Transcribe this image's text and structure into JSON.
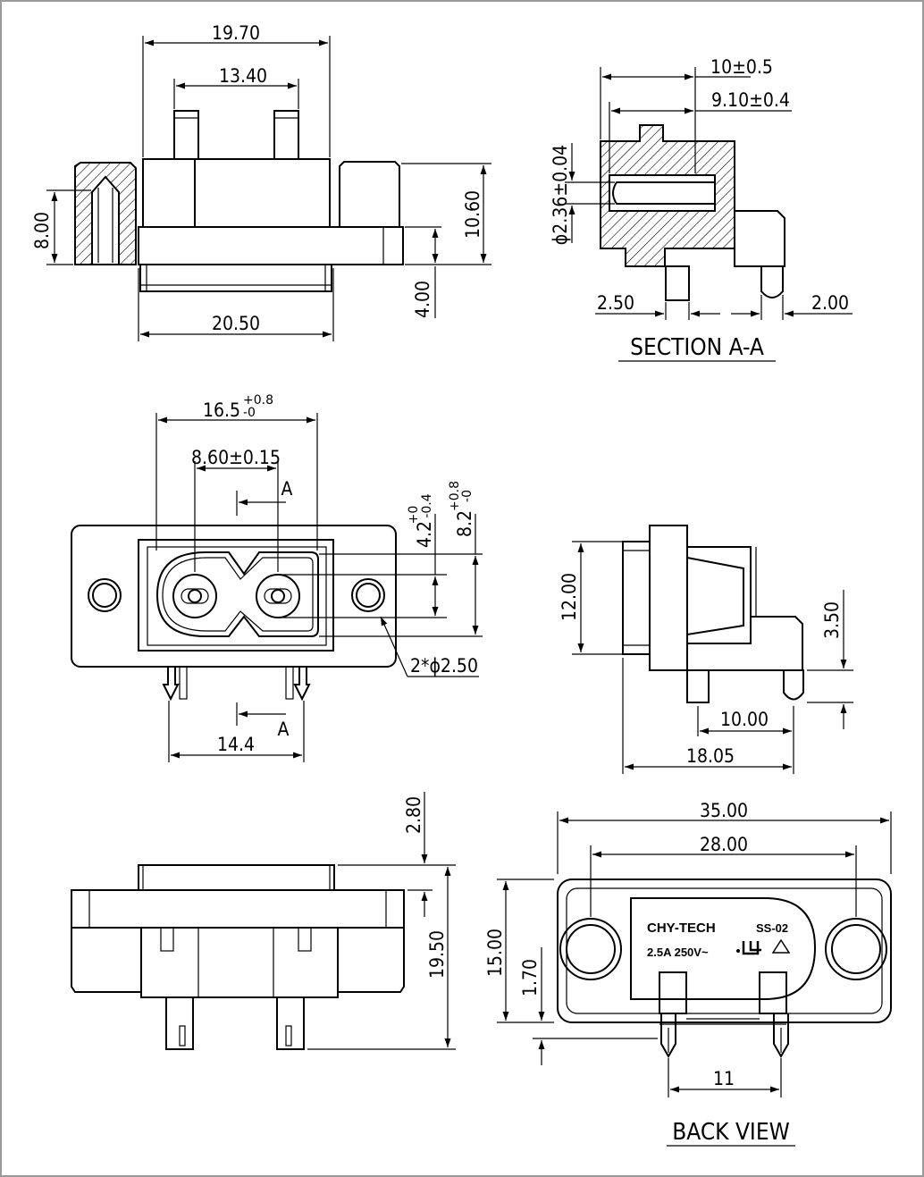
{
  "top_view": {
    "dim_width_top": "19.70",
    "dim_pin_span": "13.40",
    "dim_side_height": "8.00",
    "dim_total_height": "10.60",
    "dim_base": "20.50",
    "dim_lower": "4.00"
  },
  "section": {
    "title": "SECTION A-A",
    "dim_depth": "10±0.5",
    "dim_inner": "9.10±0.4",
    "dim_pin_dia": "ϕ2.36±0.04",
    "dim_pin_left": "2.50",
    "dim_pin_right": "2.00"
  },
  "front_view": {
    "dim_width_main": "16.5",
    "dim_width_tol_plus": "+0.8",
    "dim_width_tol_minus": "-0",
    "dim_pin_spacing": "8.60±0.15",
    "dim_height_a": "4.2",
    "dim_height_a_tol_plus": "+0",
    "dim_height_a_tol_minus": "-0.4",
    "dim_height_b": "8.2",
    "dim_height_b_tol_plus": "+0.8",
    "dim_height_b_tol_minus": "-0",
    "dim_hole": "2*ϕ2.50",
    "dim_pin_pitch": "14.4",
    "section_label_top": "A",
    "section_label_bottom": "A"
  },
  "side_view": {
    "dim_height": "12.00",
    "dim_pin_len": "3.50",
    "dim_inner": "10.00",
    "dim_total": "18.05"
  },
  "bottom_view": {
    "dim_top_offset": "2.80",
    "dim_height": "19.50"
  },
  "back_view": {
    "title": "BACK VIEW",
    "dim_width": "35.00",
    "dim_hole_spacing": "28.00",
    "dim_height": "15.00",
    "dim_offset": "1.70",
    "dim_pin_pitch": "11",
    "label_brand": "CHY-TECH",
    "label_model": "SS-02",
    "label_rating": "2.5A  250V~"
  },
  "colors": {
    "line": "#000000",
    "frame": "#9a9a9a",
    "background": "#ffffff"
  }
}
